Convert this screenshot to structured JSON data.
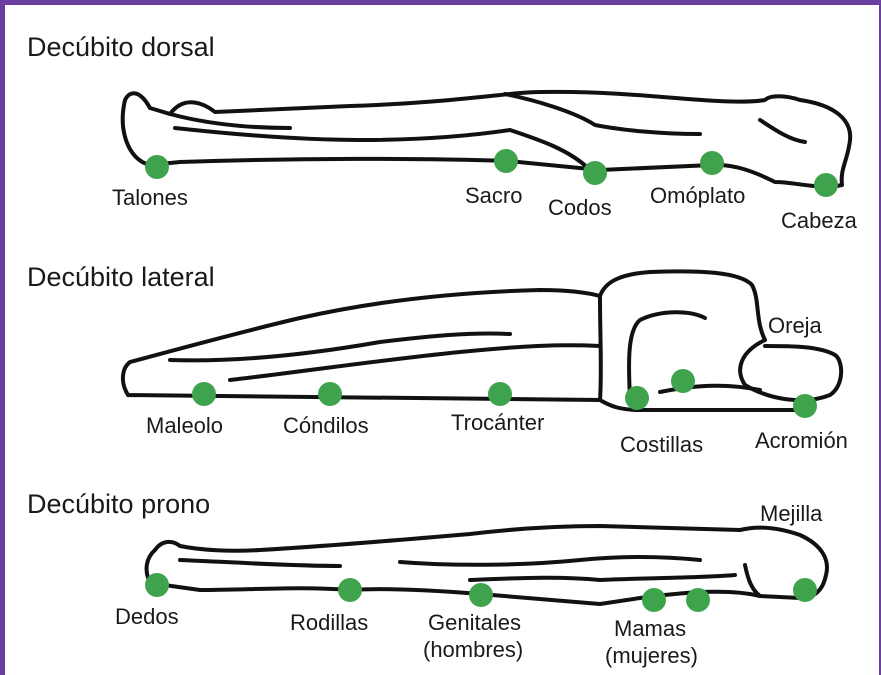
{
  "colors": {
    "frame": "#6b3fa0",
    "pressure_point": "#3fa34d",
    "outline": "#111111"
  },
  "sections": [
    {
      "title": "Decúbito dorsal",
      "labels": [
        "Talones",
        "Sacro",
        "Codos",
        "Omóplato",
        "Cabeza"
      ]
    },
    {
      "title": "Decúbito lateral",
      "labels": [
        "Maleolo",
        "Cóndilos",
        "Trocánter",
        "Costillas",
        "Oreja",
        "Acromión"
      ]
    },
    {
      "title": "Decúbito prono",
      "labels": [
        "Dedos",
        "Rodillas",
        "Genitales",
        "(hombres)",
        "Mamas",
        "(mujeres)",
        "Mejilla"
      ]
    }
  ]
}
